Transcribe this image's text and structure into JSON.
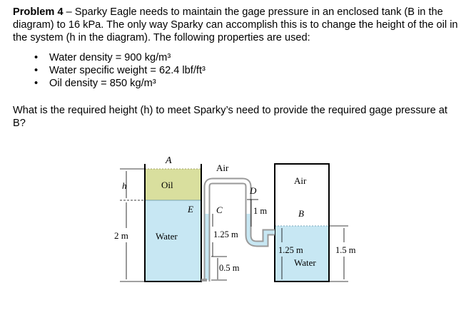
{
  "problem": {
    "label": "Problem 4",
    "dash": " – ",
    "statement": "Sparky Eagle needs to maintain the gage pressure in an enclosed tank (B in the diagram) to 16 kPa. The only way Sparky can accomplish this is to change the height of the oil in the system (h in the diagram). The following properties are used:",
    "bullet_glyph": "•",
    "properties": [
      "Water density = 900 kg/m³",
      "Water specific weight = 62.4 lbf/ft³",
      "Oil density = 850 kg/m³"
    ],
    "question": "What is the required height (h) to meet Sparky’s need to provide the required gage pressure at B?"
  },
  "figure": {
    "labels": {
      "A": "A",
      "air_left": "Air",
      "air_right": "Air",
      "oil": "Oil",
      "water_left": "Water",
      "water_right": "Water",
      "D": "D",
      "E": "E",
      "C": "C",
      "B": "B",
      "h": "h",
      "dim_2m": "2 m",
      "dim_1m": "1 m",
      "dim_125m_left": "1.25 m",
      "dim_05m": "0.5 m",
      "dim_125m_right": "1.25 m",
      "dim_15m": "1.5 m"
    },
    "colors": {
      "oil": "#d9df9e",
      "water": "#c7e7f3",
      "wall": "#000000",
      "pipe": "#9a9a9a"
    }
  }
}
